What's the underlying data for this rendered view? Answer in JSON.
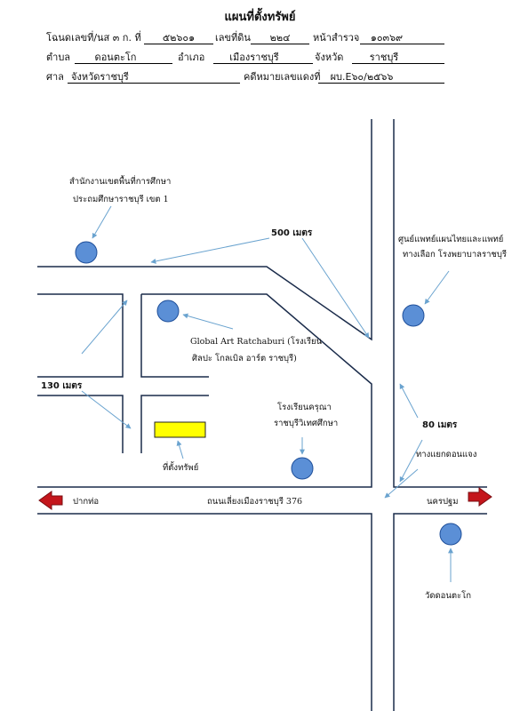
{
  "header": {
    "title": "แผนที่ตั้งทรัพย์",
    "row1": {
      "deed_label": "โฉนดเลขที่/นส ๓ ก. ที่",
      "deed_value": "๕๒๖๐๑",
      "land_label": "เลขที่ดิน",
      "land_value": "๒๒๔",
      "survey_label": "หน้าสำรวจ",
      "survey_value": "๑๐๓๖๙"
    },
    "row2": {
      "subdistrict_label": "ตำบล",
      "subdistrict_value": "ดอนตะโก",
      "district_label": "อำเภอ",
      "district_value": "เมืองราชบุรี",
      "province_label": "จังหวัด",
      "province_value": "ราชบุรี"
    },
    "row3": {
      "court_label": "ศาล",
      "court_value": "จังหวัดราชบุรี",
      "case_label": "คดีหมายเลขแดงที่",
      "case_value": "ผบ.E๖๐/๒๕๖๖"
    }
  },
  "map": {
    "landmarks": {
      "education_office_line1": "สำนักงานเขตพื้นที่การศึกษา",
      "education_office_line2": "ประถมศึกษาราชบุรี เขต 1",
      "hospital_line1": "ศูนย์แพทย์แผนไทยและแพทย์",
      "hospital_line2": "ทางเลือก โรงพยาบาลราชบุรี",
      "art_school_line1": "Global Art Ratchaburi (โรงเรียน",
      "art_school_line2": "ศิลปะ โกลเบิล อาร์ต ราชบุรี)",
      "kruna_school_line1": "โรงเรียนครุณา",
      "kruna_school_line2": "ราชบุรีวิเทศศึกษา",
      "temple": "วัดดอนตะโก",
      "junction": "ทางแยกดอนแจง"
    },
    "distances": {
      "d500": "500 เมตร",
      "d130": "130 เมตร",
      "d80": "80 เมตร"
    },
    "property_label": "ที่ตั้งทรัพย์",
    "road_name": "ถนนเลี่ยงเมืองราชบุรี 376",
    "direction_left": "ปากท่อ",
    "direction_right": "นครปฐม",
    "colors": {
      "marker_fill": "#5b8fd6",
      "marker_stroke": "#1f4f9a",
      "property_fill": "#ffff00",
      "arrow_red": "#c4161c",
      "pointer_line": "#6aa3cf"
    }
  }
}
